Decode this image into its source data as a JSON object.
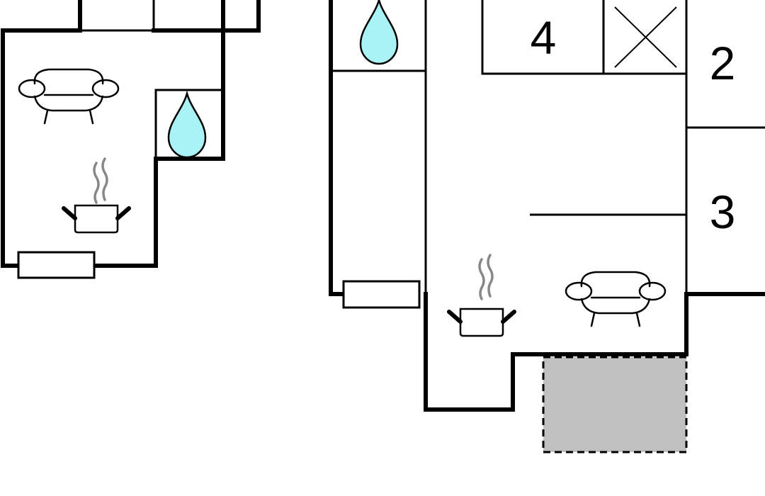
{
  "colors": {
    "wall": "#000000",
    "water": "#a9f2f5",
    "terrace": "#c0c0c0",
    "steam": "#888888",
    "background": "#ffffff"
  },
  "rooms": [
    {
      "label": "4"
    },
    {
      "label": "2"
    },
    {
      "label": "3"
    }
  ],
  "icons": [
    "sofa-icon",
    "water-drop-icon",
    "cooking-pot-icon",
    "radiator-icon",
    "stairs-icon"
  ]
}
